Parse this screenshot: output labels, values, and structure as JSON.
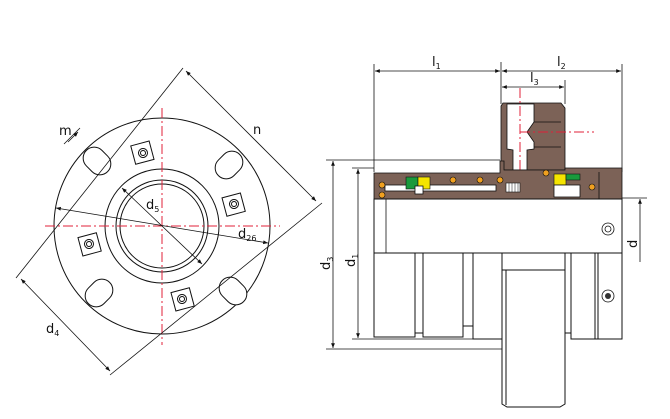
{
  "title": "Mechanical seal dimension drawing",
  "front_view": {
    "labels": {
      "m": {
        "main": "m"
      },
      "n": {
        "main": "n"
      },
      "d5": {
        "main": "d",
        "sub": "5"
      },
      "d26": {
        "main": "d",
        "sub": "26"
      },
      "d4": {
        "main": "d",
        "sub": "4"
      }
    }
  },
  "section_view": {
    "labels": {
      "l1": {
        "main": "l",
        "sub": "1"
      },
      "l2": {
        "main": "l",
        "sub": "2"
      },
      "l3": {
        "main": "l",
        "sub": "3"
      },
      "d3": {
        "main": "d",
        "sub": "3"
      },
      "d1": {
        "main": "d",
        "sub": "1"
      },
      "d": {
        "main": "d"
      }
    },
    "colors": {
      "housing": "#7c6257",
      "seal_face_green": "#1a9a3c",
      "seal_face_yellow": "#f5e400",
      "o_ring": "#f0a020",
      "centerline": "#e0203a"
    }
  }
}
